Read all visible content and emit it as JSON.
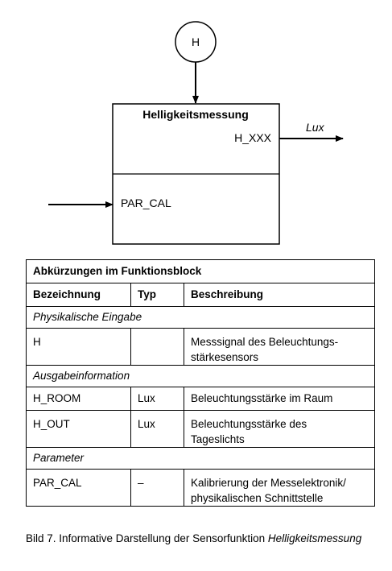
{
  "diagram": {
    "input_node": "H",
    "block_title": "Helligkeitsmessung",
    "output_label": "H_XXX",
    "output_unit": "Lux",
    "parameter_label": "PAR_CAL"
  },
  "table": {
    "title": "Abkürzungen im Funktionsblock",
    "headers": [
      "Bezeichnung",
      "Typ",
      "Beschreibung"
    ],
    "sections": [
      {
        "name": "Physikalische Eingabe",
        "rows": [
          {
            "bezeichnung": "H",
            "typ": "",
            "beschreibung_1": "Messsignal des Beleuchtungs-",
            "beschreibung_2": "stärkesensors"
          }
        ]
      },
      {
        "name": "Ausgabeinformation",
        "rows": [
          {
            "bezeichnung": "H_ROOM",
            "typ": "Lux",
            "beschreibung_1": "Beleuchtungsstärke im Raum",
            "beschreibung_2": ""
          },
          {
            "bezeichnung": "H_OUT",
            "typ": "Lux",
            "beschreibung_1": "Beleuchtungsstärke des",
            "beschreibung_2": "Tageslichts"
          }
        ]
      },
      {
        "name": "Parameter",
        "rows": [
          {
            "bezeichnung": "PAR_CAL",
            "typ": "–",
            "beschreibung_1": "Kalibrierung der Messelektronik/",
            "beschreibung_2": "physikalischen Schnittstelle"
          }
        ]
      }
    ]
  },
  "caption": {
    "prefix": "Bild 7. Informative Darstellung der Sensorfunktion ",
    "italic": "Helligkeits­messung"
  }
}
